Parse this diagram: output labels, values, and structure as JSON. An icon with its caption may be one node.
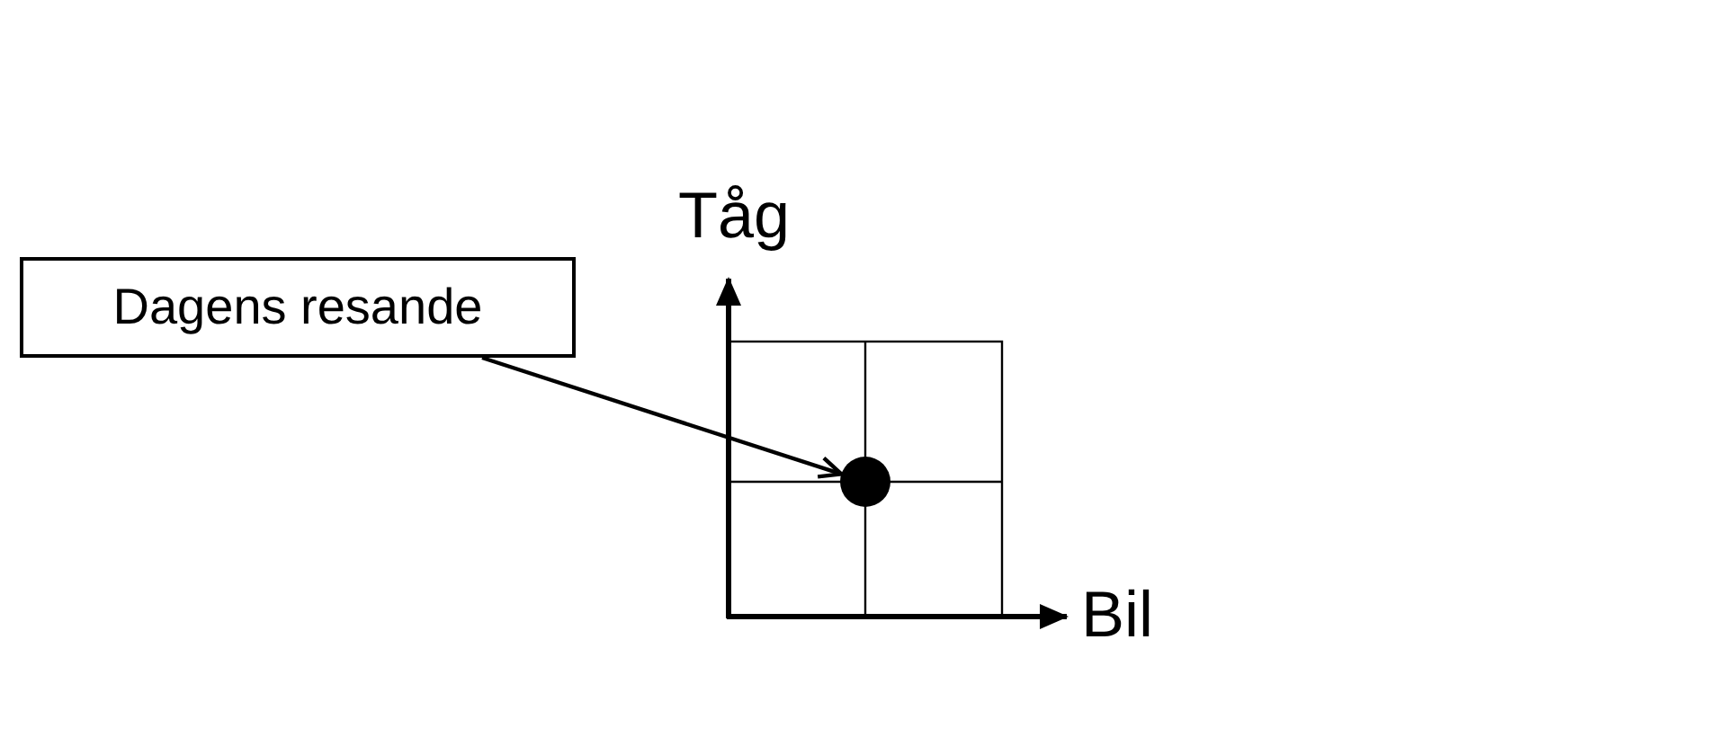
{
  "diagram": {
    "nodes": [
      {
        "text": [
          "Dagens resande"
        ]
      },
      {
        "text": [],
        "shape": "circle"
      }
    ],
    "edges": [
      {
        "from": 0,
        "to": 1,
        "arrow": "to"
      }
    ],
    "labels": [
      "Tåg",
      "Bil"
    ]
  }
}
